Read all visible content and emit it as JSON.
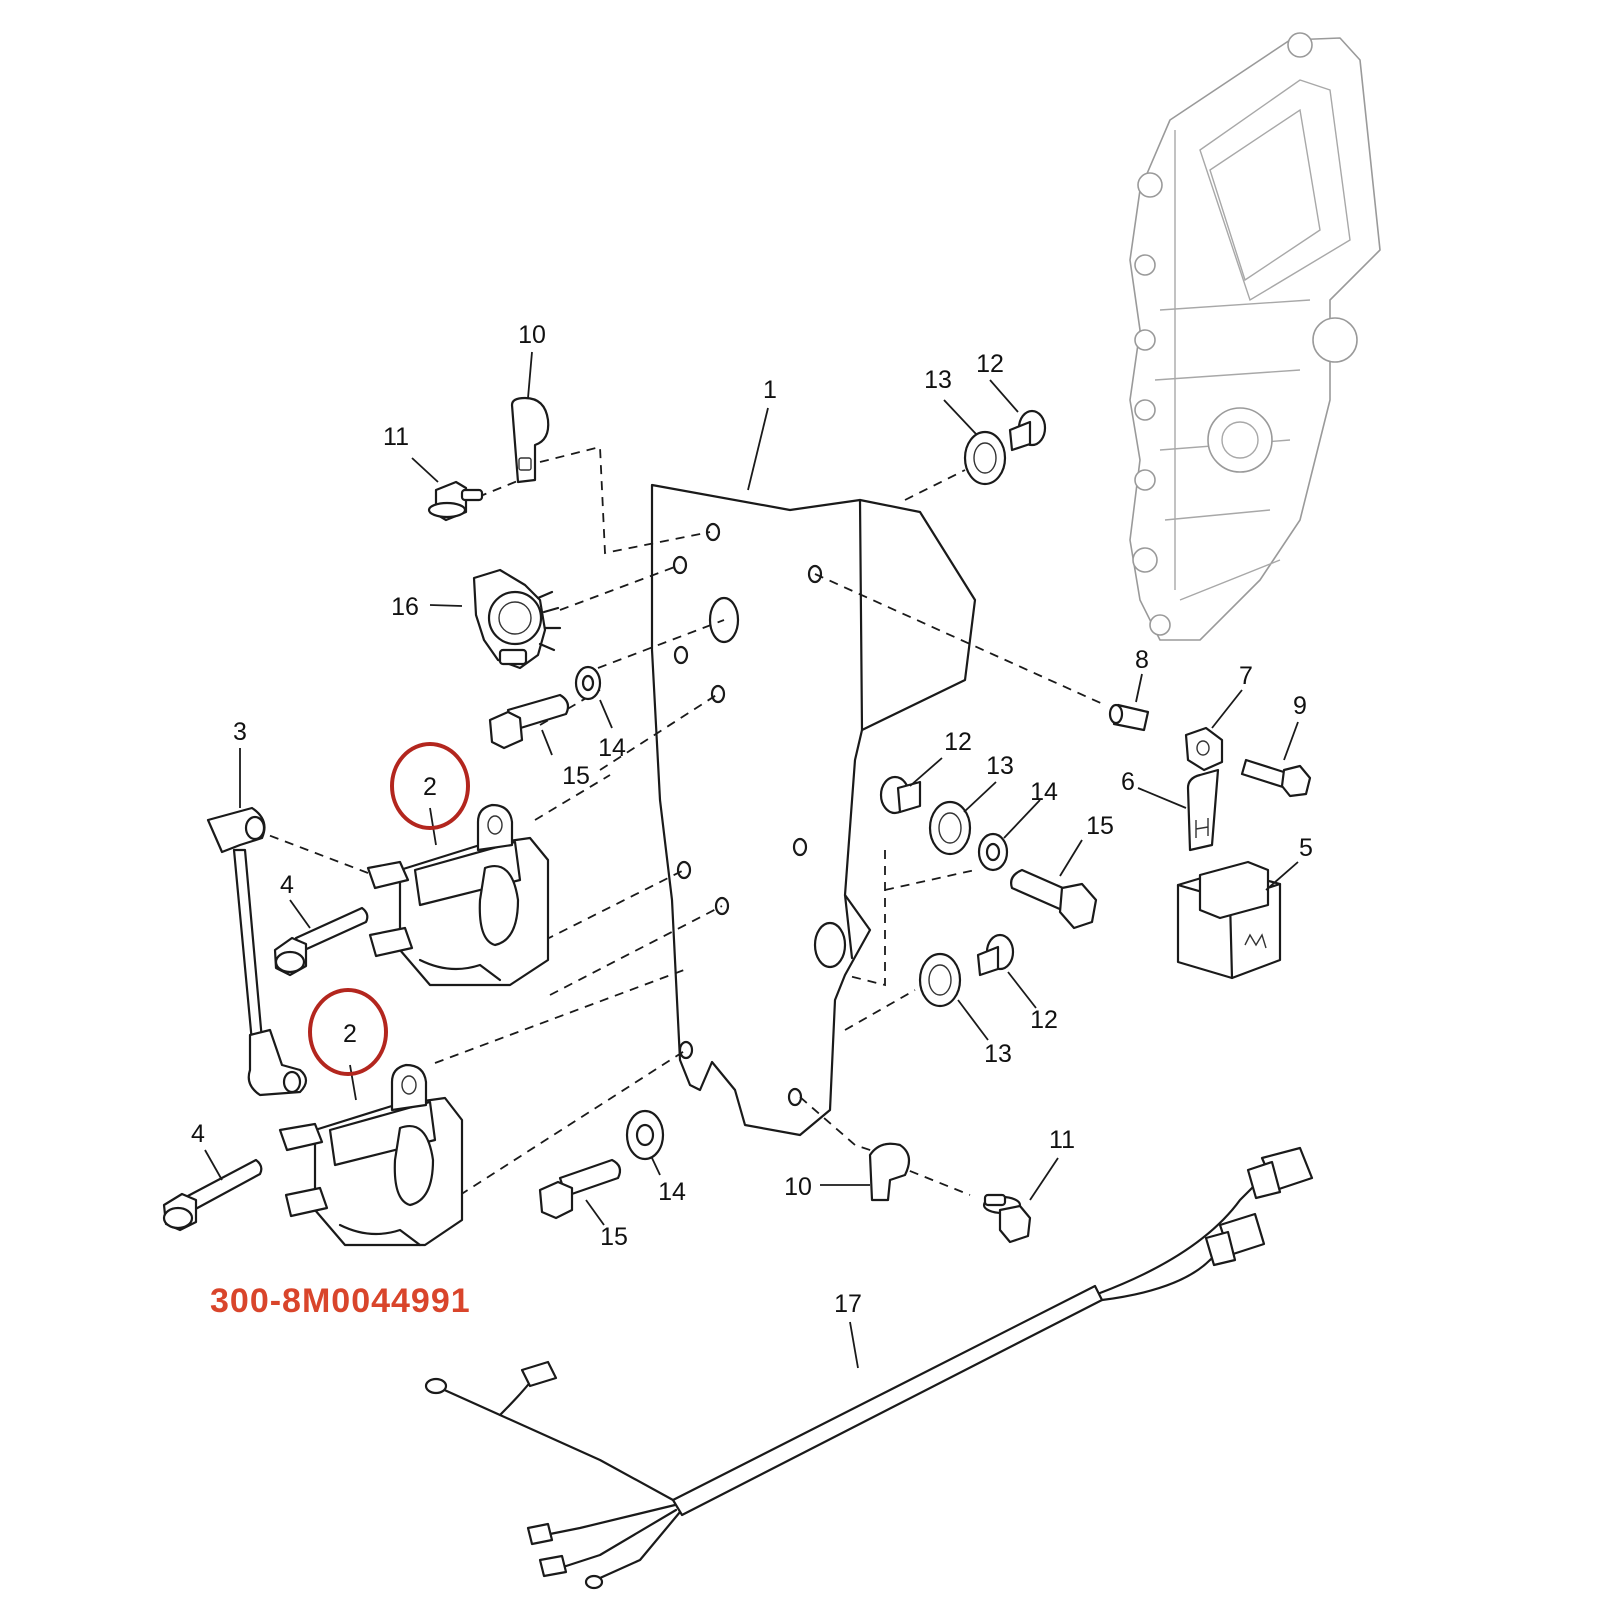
{
  "part_number": {
    "text": "300-8M0044991",
    "color": "#d9452b"
  },
  "highlight_color": "#b3261e",
  "callouts": {
    "c1": "1",
    "c2a": "2",
    "c2b": "2",
    "c3": "3",
    "c4a": "4",
    "c4b": "4",
    "c5": "5",
    "c6": "6",
    "c7": "7",
    "c8": "8",
    "c9": "9",
    "c10a": "10",
    "c10b": "10",
    "c11a": "11",
    "c11b": "11",
    "c12a": "12",
    "c12b": "12",
    "c12c": "12",
    "c13a": "13",
    "c13b": "13",
    "c13c": "13",
    "c14a": "14",
    "c14b": "14",
    "c14c": "14",
    "c15a": "15",
    "c15b": "15",
    "c15c": "15",
    "c16": "16",
    "c17": "17"
  }
}
